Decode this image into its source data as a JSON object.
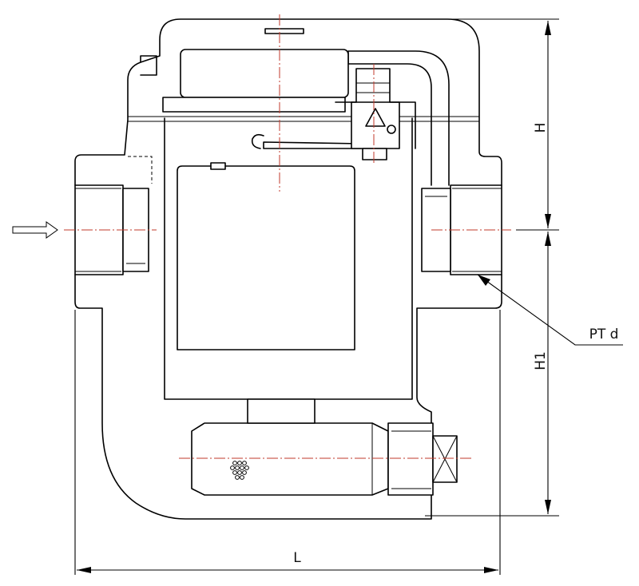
{
  "labels": {
    "dimension_h": "H",
    "dimension_h1": "H1",
    "dimension_l": "L",
    "port_callout": "PT d"
  }
}
